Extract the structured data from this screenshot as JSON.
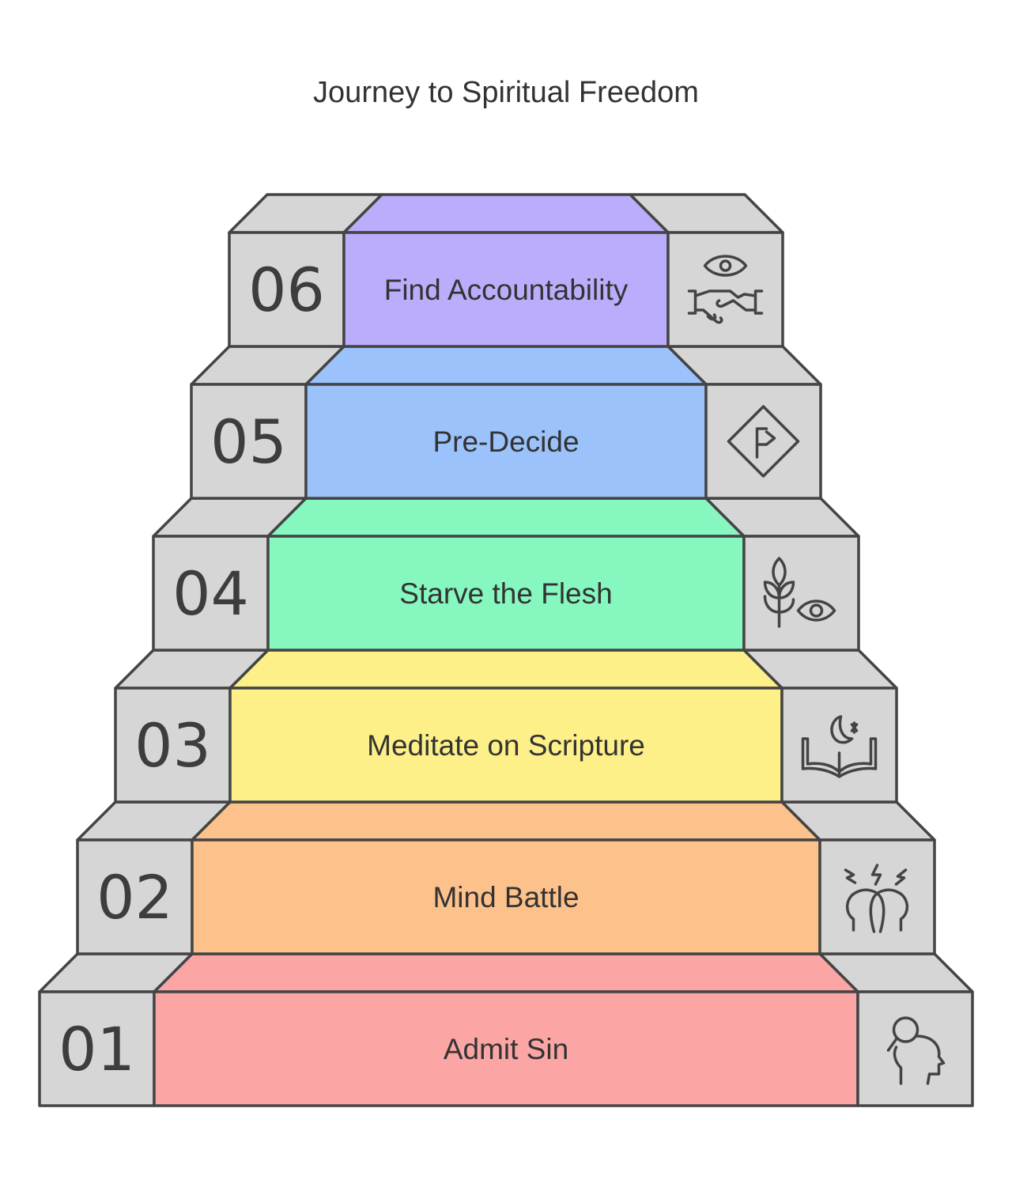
{
  "title": "Journey to Spiritual Freedom",
  "steps": [
    {
      "number": "01",
      "label": "Admit Sin",
      "color": "#fca5a5",
      "icon": "person-reflection-icon"
    },
    {
      "number": "02",
      "label": "Mind Battle",
      "color": "#fdc28b",
      "icon": "mental-struggle-icon"
    },
    {
      "number": "03",
      "label": "Meditate on Scripture",
      "color": "#fdf088",
      "icon": "open-book-moon-icon"
    },
    {
      "number": "04",
      "label": "Starve the Flesh",
      "color": "#86f7bf",
      "icon": "plant-eye-icon"
    },
    {
      "number": "05",
      "label": "Pre-Decide",
      "color": "#9bc2fb",
      "icon": "decision-sign-icon"
    },
    {
      "number": "06",
      "label": "Find Accountability",
      "color": "#bbadfb",
      "icon": "handshake-eye-icon"
    }
  ],
  "colors": {
    "side_block": "#d6d6d6",
    "outline": "#444444"
  }
}
